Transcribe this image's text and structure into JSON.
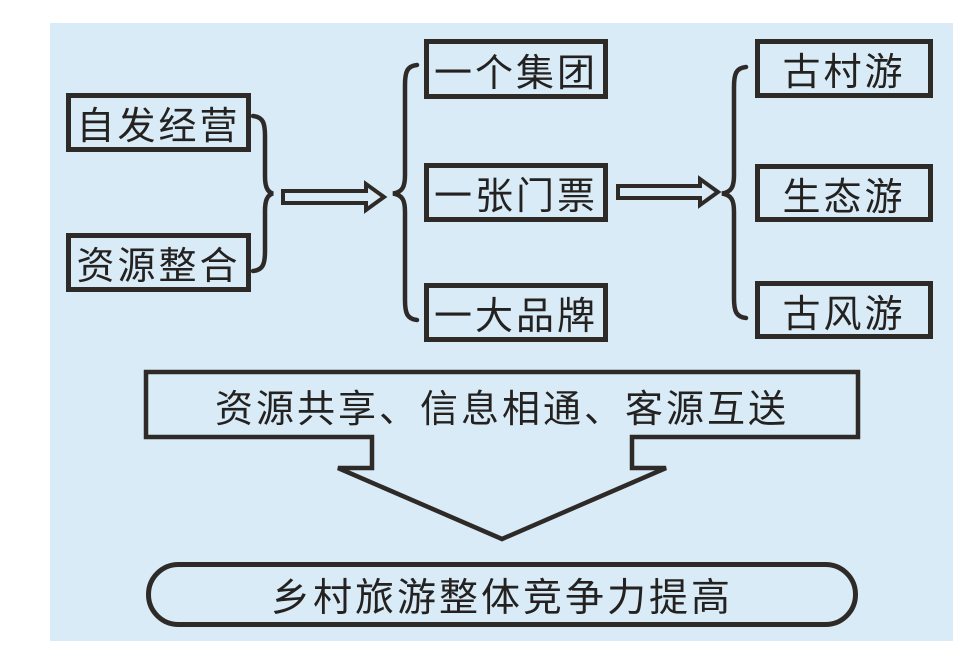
{
  "colors": {
    "panel_bg": "#d9ebf7",
    "stroke": "#2d2a27",
    "text": "#242220",
    "page_bg": "#ffffff"
  },
  "flow": {
    "inputs": [
      {
        "label": "自发经营"
      },
      {
        "label": "资源整合"
      }
    ],
    "unifications": [
      {
        "label": "一个集团"
      },
      {
        "label": "一张门票"
      },
      {
        "label": "一大品牌"
      }
    ],
    "tour_types": [
      {
        "label": "古村游"
      },
      {
        "label": "生态游"
      },
      {
        "label": "古风游"
      }
    ],
    "banner": {
      "label": "资源共享、信息相通、客源互送"
    },
    "outcome": {
      "label": "乡村旅游整体竞争力提高"
    }
  }
}
